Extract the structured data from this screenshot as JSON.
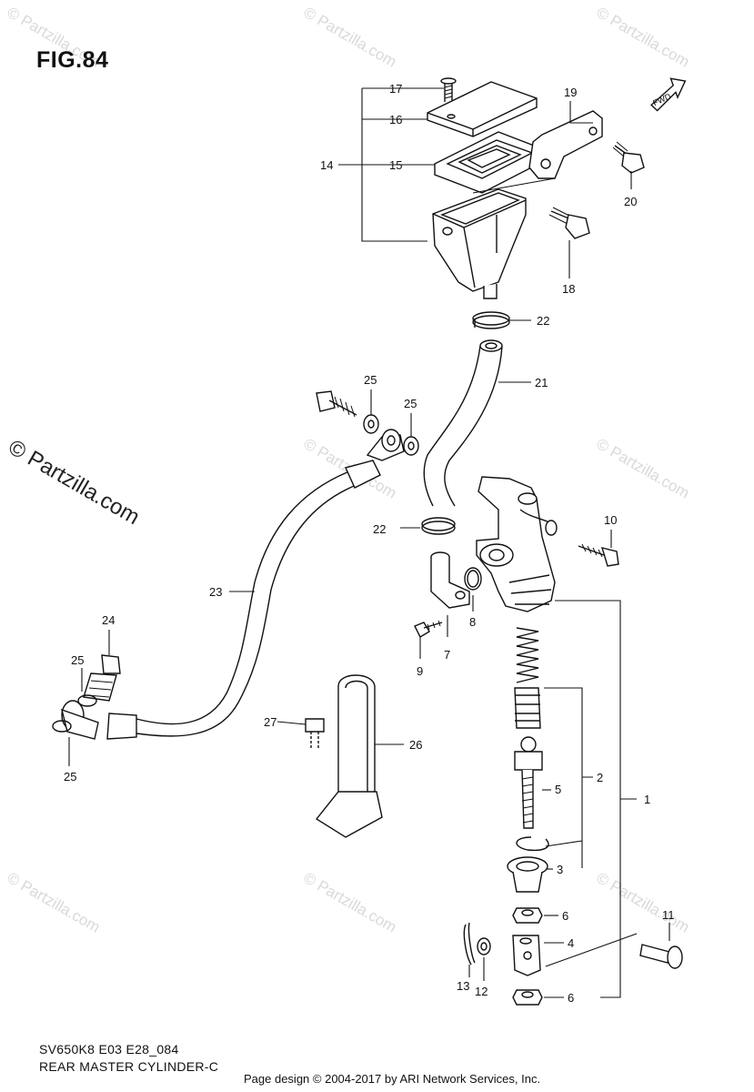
{
  "figure": {
    "title": "FIG.84",
    "model_code": "SV650K8 E03 E28_084",
    "section_name": "REAR MASTER CYLINDER-C",
    "credit": "Page design © 2004-2017 by ARI Network Services, Inc."
  },
  "watermark": {
    "text": "© Partzilla.com",
    "large_text": "© Partzilla.com"
  },
  "direction_tag": "FWD",
  "callouts": {
    "c1": "1",
    "c2": "2",
    "c3a": "3",
    "c4": "4",
    "c5": "5",
    "c6a": "6",
    "c6b": "6",
    "c7": "7",
    "c8": "8",
    "c9": "9",
    "c10": "10",
    "c11": "11",
    "c12": "12",
    "c13": "13",
    "c14": "14",
    "c15": "15",
    "c16": "16",
    "c17": "17",
    "c18": "18",
    "c19": "19",
    "c20": "20",
    "c21": "21",
    "c22a": "22",
    "c22b": "22",
    "c23": "23",
    "c24": "24",
    "c25a": "25",
    "c25b": "25",
    "c25c": "25",
    "c25d": "25",
    "c26": "26",
    "c27": "27"
  }
}
